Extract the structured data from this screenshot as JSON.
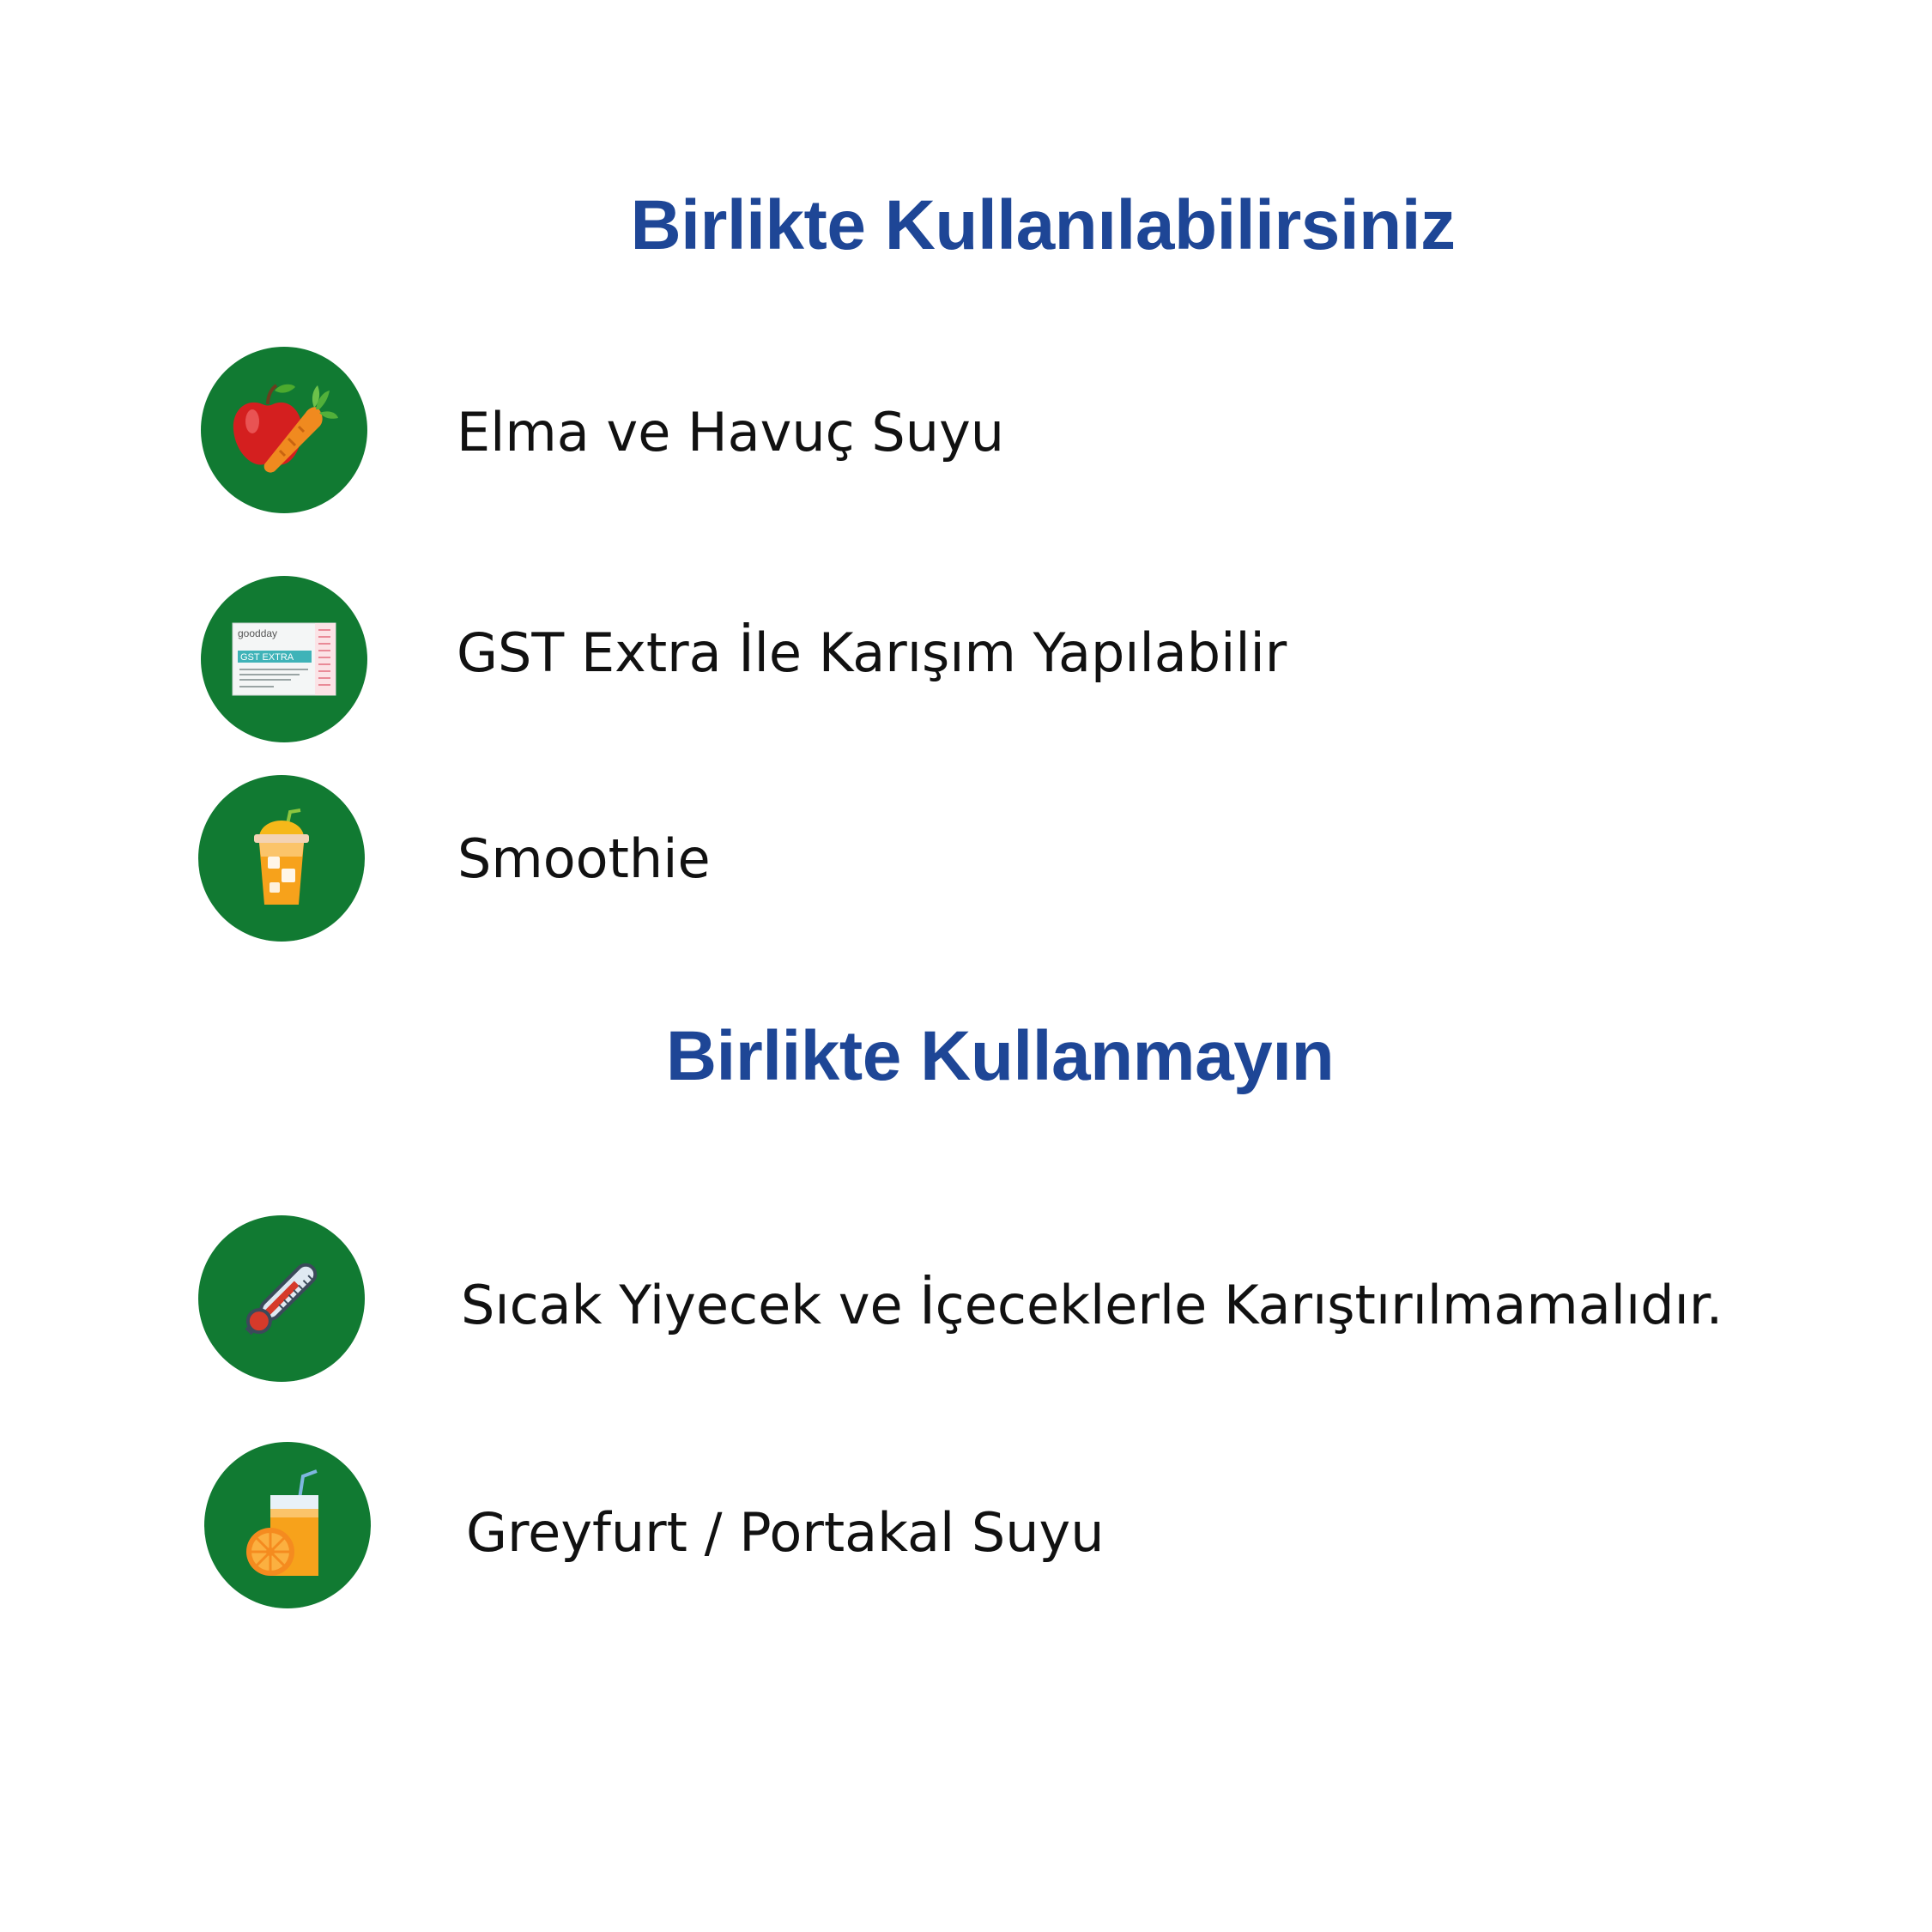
{
  "colors": {
    "heading": "#1e4696",
    "badge": "#117a32",
    "text": "#111111"
  },
  "sections": [
    {
      "title": "Birlikte Kullanılabilirsiniz",
      "items": [
        {
          "label": "Elma ve Havuç Suyu",
          "icon": "apple-carrot-icon"
        },
        {
          "label": "GST Extra İle Karışım Yapılabilir",
          "icon": "gst-extra-package-icon",
          "package_brand": "goodday",
          "package_label": "GST EXTRA"
        },
        {
          "label": "Smoothie",
          "icon": "smoothie-cup-icon"
        }
      ]
    },
    {
      "title": "Birlikte Kullanmayın",
      "items": [
        {
          "label": "Sıcak Yiyecek ve İçeceklerle Karıştırılmamalıdır.",
          "icon": "thermometer-icon"
        },
        {
          "label": "Greyfurt / Portakal Suyu",
          "icon": "orange-juice-icon"
        }
      ]
    }
  ]
}
